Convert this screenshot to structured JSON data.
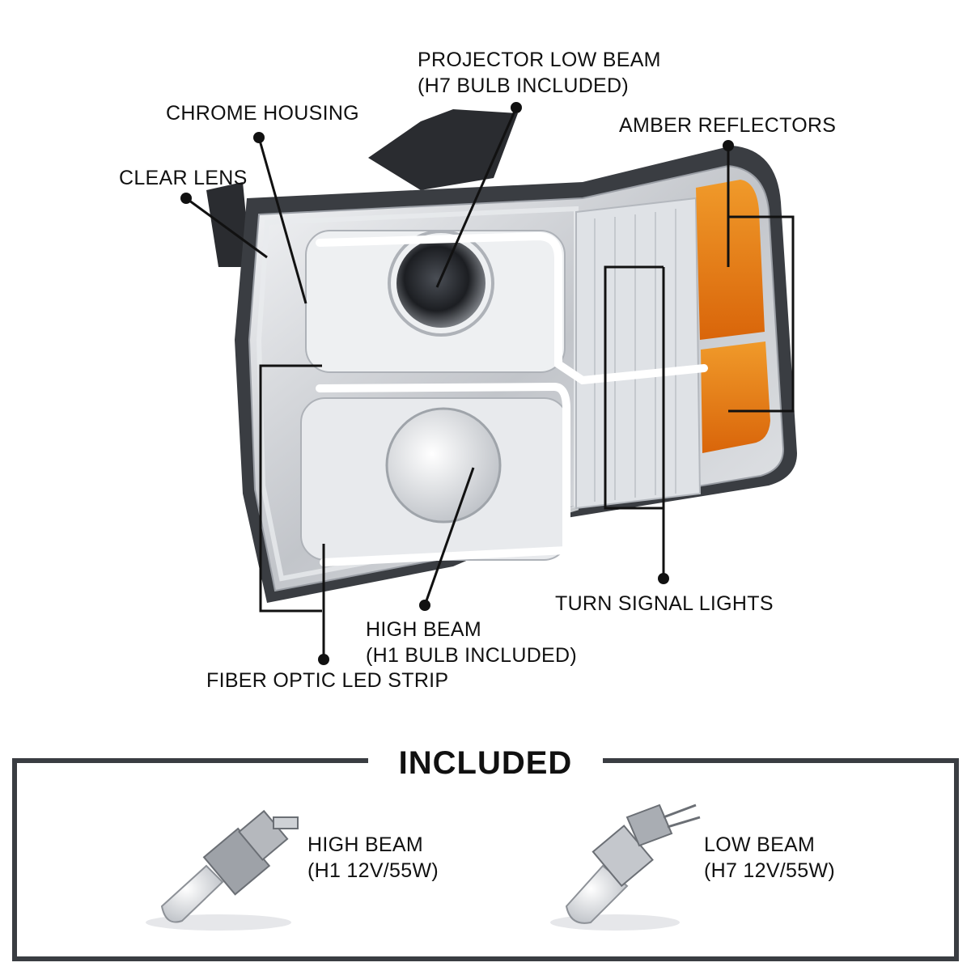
{
  "callouts": {
    "projector_low_beam": [
      "PROJECTOR LOW BEAM",
      "(H7 BULB INCLUDED)"
    ],
    "chrome_housing": "CHROME HOUSING",
    "amber_reflectors": "AMBER REFLECTORS",
    "clear_lens": "CLEAR LENS",
    "turn_signal_lights": "TURN SIGNAL LIGHTS",
    "high_beam": [
      "HIGH BEAM",
      "(H1 BULB INCLUDED)"
    ],
    "fiber_optic_led_strip": "FIBER OPTIC LED STRIP"
  },
  "included": {
    "title": "INCLUDED",
    "high_beam_bulb": [
      "HIGH BEAM",
      "(H1 12V/55W)"
    ],
    "low_beam_bulb": [
      "LOW BEAM",
      "(H7 12V/55W)"
    ]
  },
  "colors": {
    "amber": "#e8780f",
    "chrome": "#c9ccd1",
    "frame": "#3a3d42"
  }
}
